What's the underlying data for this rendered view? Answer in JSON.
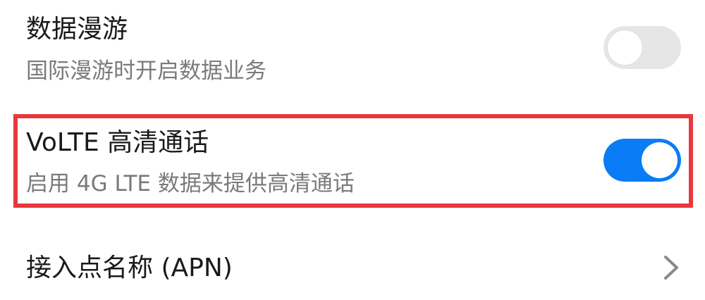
{
  "settings": {
    "data_roaming": {
      "title": "数据漫游",
      "subtitle": "国际漫游时开启数据业务",
      "enabled": false
    },
    "volte": {
      "title": "VoLTE 高清通话",
      "subtitle": "启用 4G LTE 数据来提供高清通话",
      "enabled": true,
      "highlighted": true
    },
    "apn": {
      "title": "接入点名称 (APN)"
    }
  },
  "colors": {
    "toggle_on": "#0a7cf5",
    "toggle_off": "#e6e6e6",
    "highlight_border": "#e8383d",
    "title_text": "#1a1a1a",
    "subtitle_text": "#7a7a7a"
  },
  "icons": {
    "apn_chevron": "chevron-right-icon"
  }
}
